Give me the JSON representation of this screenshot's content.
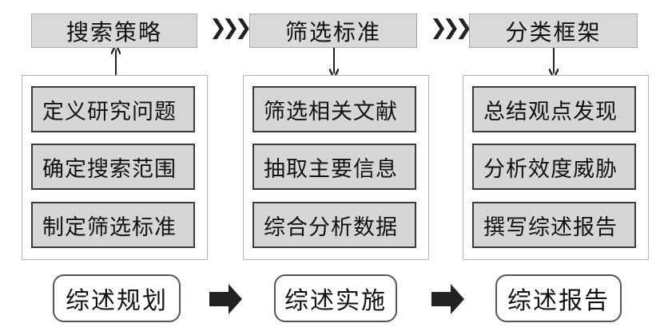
{
  "columns": [
    {
      "header": "搜索策略",
      "steps": [
        "定义研究问题",
        "确定搜索范围",
        "制定筛选标准"
      ],
      "stage": "综述规划"
    },
    {
      "header": "筛选标准",
      "steps": [
        "筛选相关文献",
        "抽取主要信息",
        "综合分析数据"
      ],
      "stage": "综述实施"
    },
    {
      "header": "分类框架",
      "steps": [
        "总结观点发现",
        "分析效度威胁",
        "撰写综述报告"
      ],
      "stage": "综述报告"
    }
  ],
  "chevron": "❯❯❯"
}
